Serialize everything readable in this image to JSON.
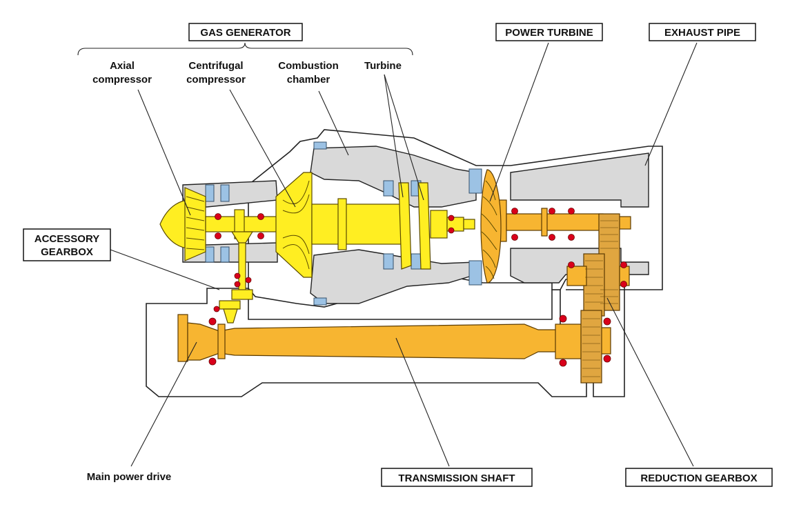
{
  "labels": {
    "gas_generator": "GAS GENERATOR",
    "axial_compressor_1": "Axial",
    "axial_compressor_2": "compressor",
    "centrifugal_compressor_1": "Centrifugal",
    "centrifugal_compressor_2": "compressor",
    "combustion_chamber_1": "Combustion",
    "combustion_chamber_2": "chamber",
    "turbine": "Turbine",
    "power_turbine": "POWER TURBINE",
    "exhaust_pipe": "EXHAUST PIPE",
    "accessory_gearbox_1": "ACCESSORY",
    "accessory_gearbox_2": "GEARBOX",
    "main_power_drive": "Main power drive",
    "transmission_shaft": "TRANSMISSION SHAFT",
    "reduction_gearbox": "REDUCTION GEARBOX"
  },
  "colors": {
    "gas_generator_rotor": "#ffee22",
    "power_train": "#f7b531",
    "reduction_gears": "#e0a640",
    "stator_vanes": "#9cc2e4",
    "bearings": "#d9001b",
    "casing": "#d9d9d9"
  }
}
